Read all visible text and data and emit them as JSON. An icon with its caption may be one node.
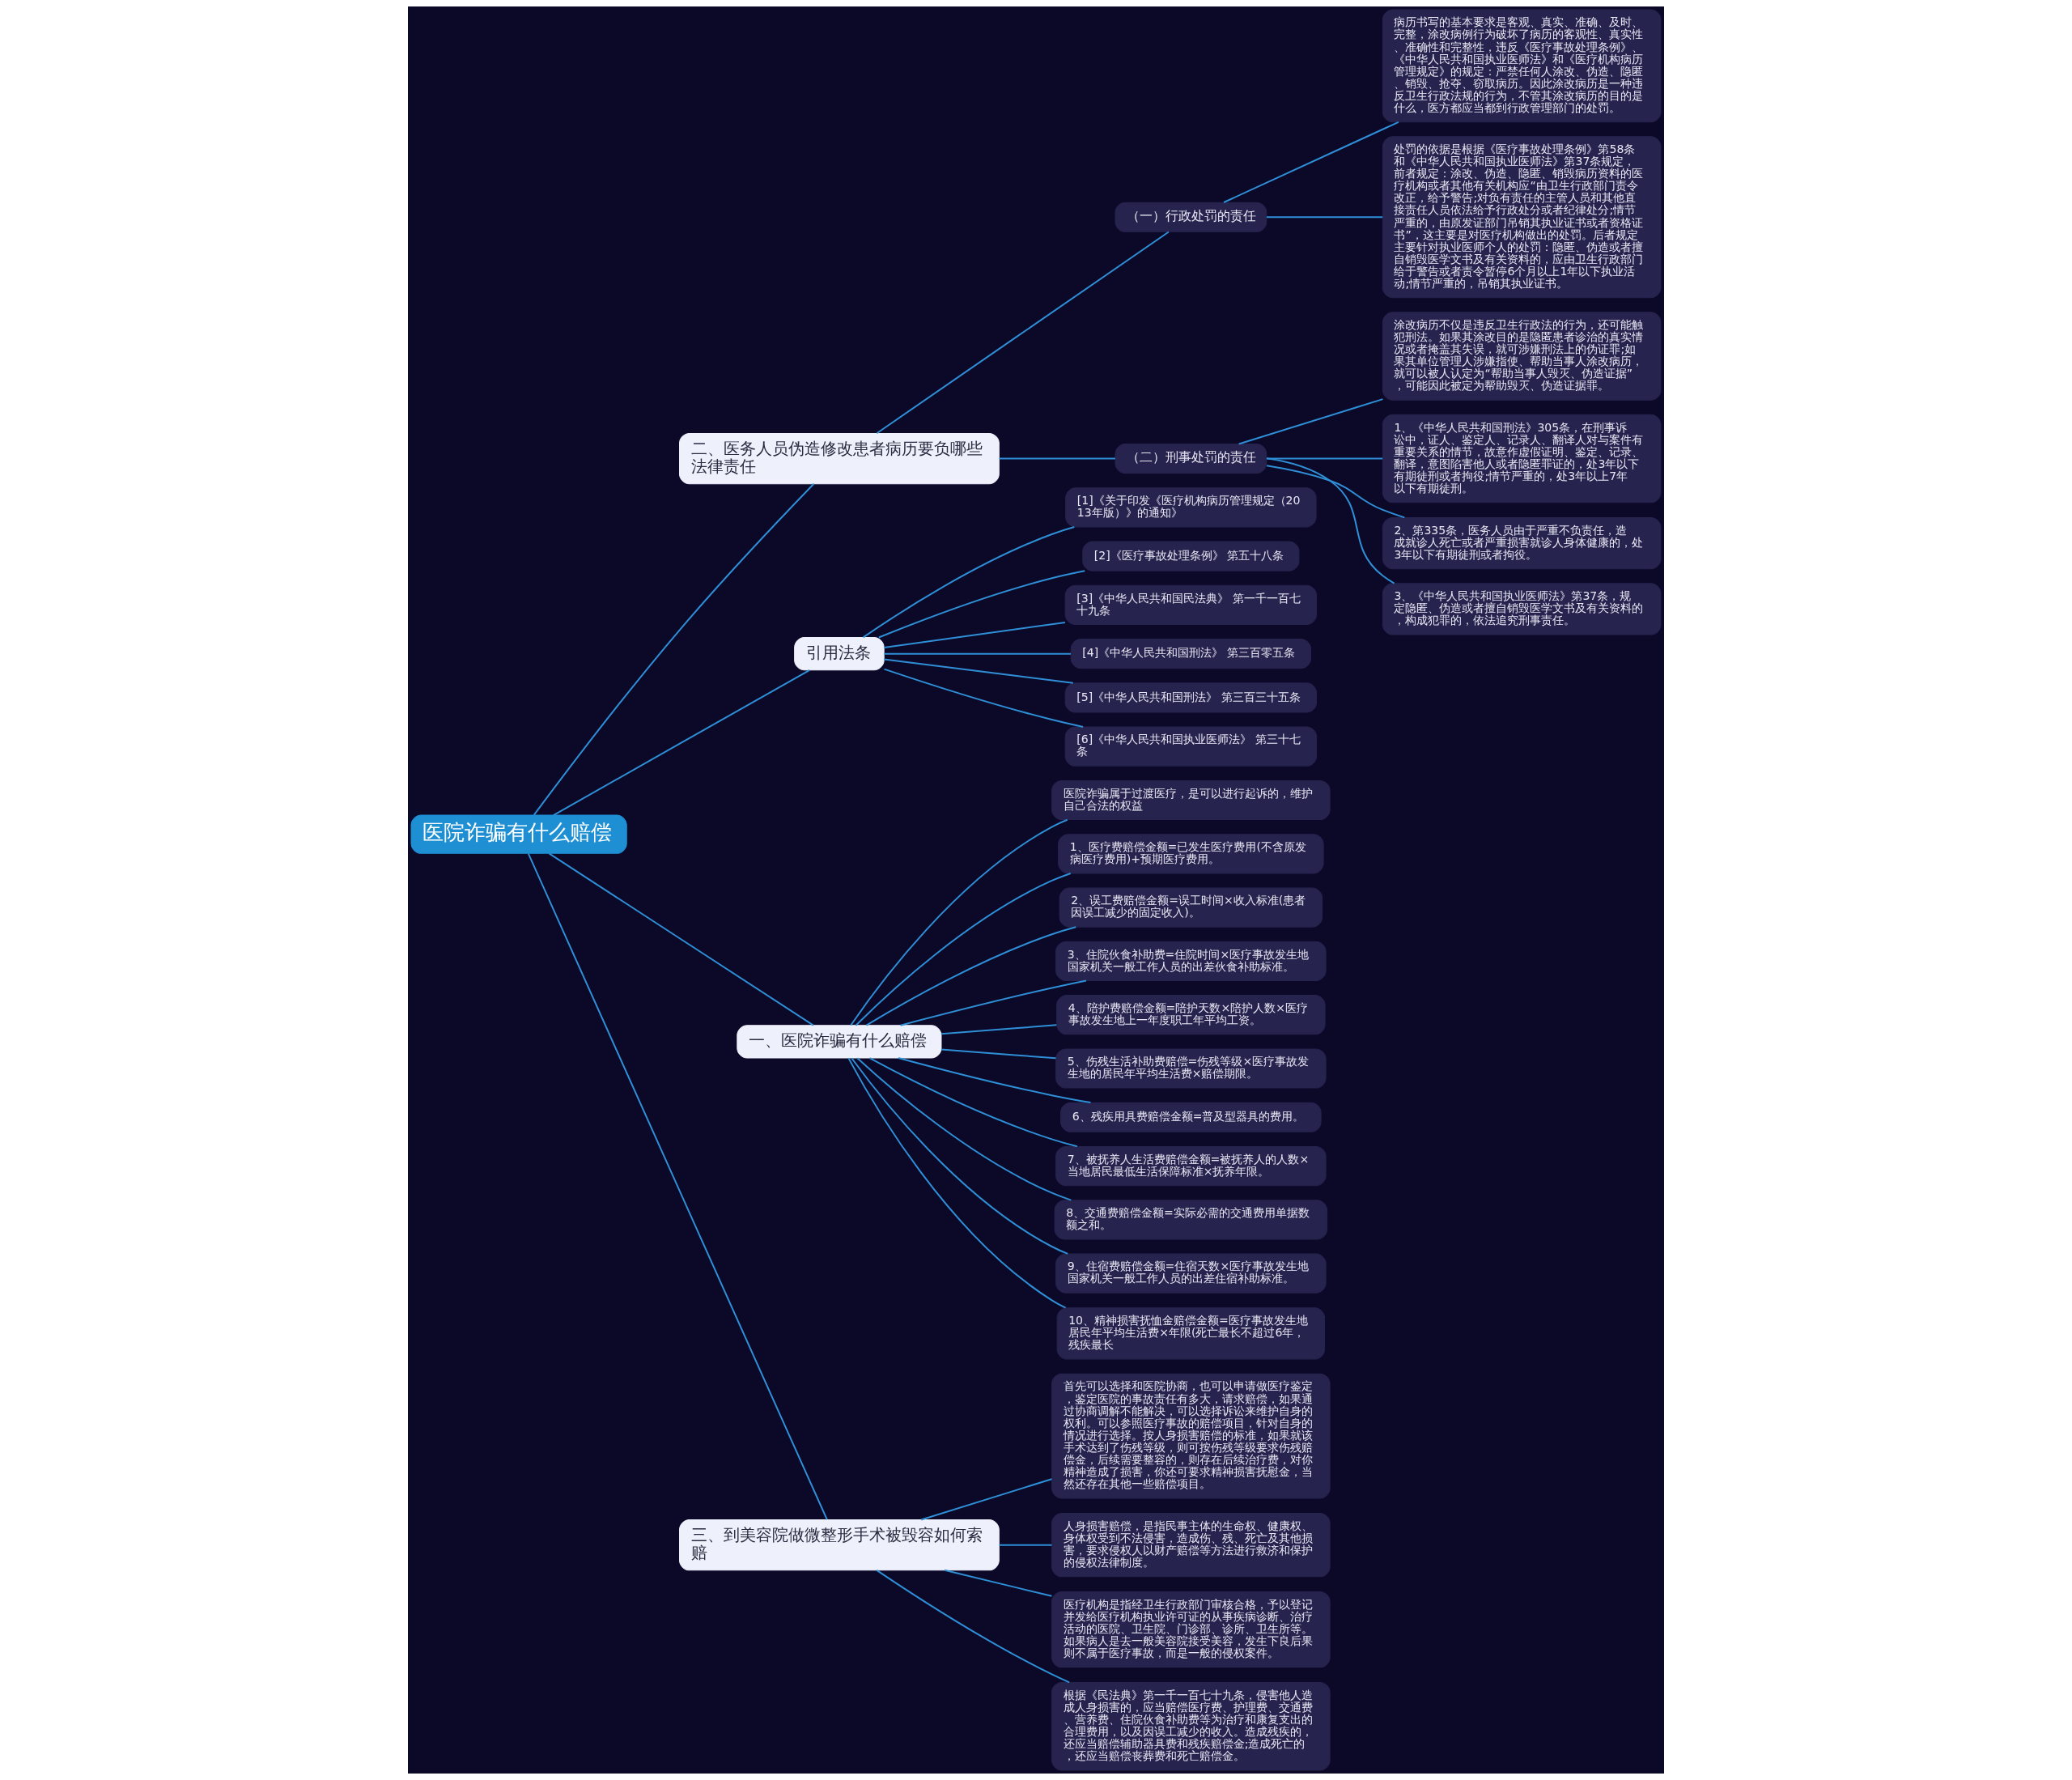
{
  "diagram": {
    "nodes": [
      {
        "text": [
          "医院诈骗有什么赔偿"
        ]
      },
      {
        "text": [
          "二、医务人员伪造修改患者病历要负哪些法律责任"
        ]
      },
      {
        "text": [
          "（一）行政处罚的责任"
        ]
      },
      {
        "text": [
          "病历书写的基本要求是客观、真实、准确、及时、完整，涂改病例行为破坏了病历的客观性、真实性、准确性和完整性，违反《医疗事故处理条例》、《中华人民共和国执业医师法》和《医疗机构病历管理规定》的规定：严禁任何人涂改、伪造、隐匿、销毁、抢夺、窃取病历。因此涂改病历是一种违反卫生行政法规的行为，不管其涂改病历的目的是什么，医方都应当都到行政管理部门的处罚。"
        ]
      },
      {
        "text": [
          "处罚的依据是根据《医疗事故处理条例》第58条和《中华人民共和国执业医师法》第37条规定，前者规定：涂改、伪造、隐匿、销毁病历资料的医疗机构或者其他有关机构应“由卫生行政部门责令改正，给予警告;对负有责任的主管人员和其他直接责任人员依法给予行政处分或者纪律处分;情节严重的，由原发证部门吊销其执业证书或者资格证书”，这主要是对医疗机构做出的处罚。后者规定主要针对执业医师个人的处罚：隐匿、伪造或者擅自销毁医学文书及有关资料的，应由卫生行政部门给于警告或者责令暂停6个月以上1年以下执业活动;情节严重的，吊销其执业证书。"
        ]
      },
      {
        "text": [
          "（二）刑事处罚的责任"
        ]
      },
      {
        "text": [
          "涂改病历不仅是违反卫生行政法的行为，还可能触犯刑法。如果其涂改目的是隐匿患者诊治的真实情况或者掩盖其失误，就可涉嫌刑法上的伪证罪;如果其单位管理人涉嫌指使、帮助当事人涂改病历，就可以被人认定为“帮助当事人毁灭、伪造证据”，可能因此被定为帮助毁灭、伪造证据罪。"
        ]
      },
      {
        "text": [
          "1、《中华人民共和国刑法》305条，在刑事诉讼中，证人、鉴定人、记录人、翻译人对与案件有重要关系的情节，故意作虚假证明、鉴定、记录、翻译，意图陷害他人或者隐匿罪证的，处3年以下有期徒刑或者拘役;情节严重的，处3年以上7年以下有期徒刑。"
        ]
      },
      {
        "text": [
          "2、第335条，医务人员由于严重不负责任，造成就诊人死亡或者严重损害就诊人身体健康的，处3年以下有期徒刑或者拘役。"
        ]
      },
      {
        "text": [
          "3、《中华人民共和国执业医师法》第37条，规定隐匿、伪造或者擅自销毁医学文书及有关资料的，构成犯罪的，依法追究刑事责任。"
        ]
      },
      {
        "text": [
          "引用法条"
        ]
      },
      {
        "text": [
          "[1]《关于印发《医疗机构病历管理规定（2013年版）》的通知》"
        ]
      },
      {
        "text": [
          "[2]《医疗事故处理条例》 第五十八条"
        ]
      },
      {
        "text": [
          "[3]《中华人民共和国民法典》 第一千一百七十九条"
        ]
      },
      {
        "text": [
          "[4]《中华人民共和国刑法》 第三百零五条"
        ]
      },
      {
        "text": [
          "[5]《中华人民共和国刑法》 第三百三十五条"
        ]
      },
      {
        "text": [
          "[6]《中华人民共和国执业医师法》 第三十七条"
        ]
      },
      {
        "text": [
          "一、医院诈骗有什么赔偿"
        ]
      },
      {
        "text": [
          "医院诈骗属于过渡医疗，是可以进行起诉的，维护自己合法的权益"
        ]
      },
      {
        "text": [
          "1、医疗费赔偿金额=已发生医疗费用(不含原发病医疗费用)+预期医疗费用。"
        ]
      },
      {
        "text": [
          "2、误工费赔偿金额=误工时间×收入标准(患者因误工减少的固定收入)。"
        ]
      },
      {
        "text": [
          "3、住院伙食补助费=住院时间×医疗事故发生地国家机关一般工作人员的出差伙食补助标准。"
        ]
      },
      {
        "text": [
          "4、陪护费赔偿金额=陪护天数×陪护人数×医疗事故发生地上一年度职工年平均工资。"
        ]
      },
      {
        "text": [
          "5、伤残生活补助费赔偿=伤残等级×医疗事故发生地的居民年平均生活费×赔偿期限。"
        ]
      },
      {
        "text": [
          "6、残疾用具费赔偿金额=普及型器具的费用。"
        ]
      },
      {
        "text": [
          "7、被抚养人生活费赔偿金额=被抚养人的人数×当地居民最低生活保障标准×抚养年限。"
        ]
      },
      {
        "text": [
          "8、交通费赔偿金额=实际必需的交通费用单据数额之和。"
        ]
      },
      {
        "text": [
          "9、住宿费赔偿金额=住宿天数×医疗事故发生地国家机关一般工作人员的出差住宿补助标准。"
        ]
      },
      {
        "text": [
          "10、精神损害抚恤金赔偿金额=医疗事故发生地居民年平均生活费×年限(死亡最长不超过6年，残疾最长"
        ]
      },
      {
        "text": [
          "三、到美容院做微整形手术被毁容如何索赔"
        ]
      },
      {
        "text": [
          "首先可以选择和医院协商，也可以申请做医疗鉴定，鉴定医院的事故责任有多大，请求赔偿，如果通过协商调解不能解决，可以选择诉讼来维护自身的权利。可以参照医疗事故的赔偿项目，针对自身的情况进行选择。按人身损害赔偿的标准，如果就该手术达到了伤残等级，则可按伤残等级要求伤残赔偿金，后续需要整容的，则存在后续治疗费，对你精神造成了损害，你还可要求精神损害抚慰金，当然还存在其他一些赔偿项目。"
        ]
      },
      {
        "text": [
          "人身损害赔偿，是指民事主体的生命权、健康权、身体权受到不法侵害，造成伤、残、死亡及其他损害，要求侵权人以财产赔偿等方法进行救济和保护的侵权法律制度。"
        ]
      },
      {
        "text": [
          "医疗机构是指经卫生行政部门审核合格，予以登记并发给医疗机构执业许可证的从事疾病诊断、治疗活动的医院、卫生院、门诊部、诊所、卫生所等。如果病人是去一般美容院接受美容，发生下良后果则不属于医疗事故，而是一般的侵权案件。"
        ]
      },
      {
        "text": [
          "根据《民法典》第一千一百七十九条，侵害他人造成人身损害的，应当赔偿医疗费、护理费、交通费、营养费、住院伙食补助费等为治疗和康复支出的合理费用，以及因误工减少的收入。造成残疾的，还应当赔偿辅助器具费和残疾赔偿金;造成死亡的，还应当赔偿丧葬费和死亡赔偿金。"
        ]
      }
    ],
    "edges": [
      {
        "from": 0,
        "to": 1,
        "arrow": "none"
      },
      {
        "from": 1,
        "to": 2,
        "arrow": "none"
      },
      {
        "from": 2,
        "to": 3,
        "arrow": "none"
      },
      {
        "from": 2,
        "to": 4,
        "arrow": "none"
      },
      {
        "from": 1,
        "to": 5,
        "arrow": "none"
      },
      {
        "from": 5,
        "to": 6,
        "arrow": "none"
      },
      {
        "from": 5,
        "to": 7,
        "arrow": "none"
      },
      {
        "from": 5,
        "to": 8,
        "arrow": "none"
      },
      {
        "from": 5,
        "to": 9,
        "arrow": "none"
      },
      {
        "from": 0,
        "to": 10,
        "arrow": "none"
      },
      {
        "from": 10,
        "to": 11,
        "arrow": "none"
      },
      {
        "from": 10,
        "to": 12,
        "arrow": "none"
      },
      {
        "from": 10,
        "to": 13,
        "arrow": "none"
      },
      {
        "from": 10,
        "to": 14,
        "arrow": "none"
      },
      {
        "from": 10,
        "to": 15,
        "arrow": "none"
      },
      {
        "from": 10,
        "to": 16,
        "arrow": "none"
      },
      {
        "from": 0,
        "to": 17,
        "arrow": "none"
      },
      {
        "from": 17,
        "to": 18,
        "arrow": "none"
      },
      {
        "from": 17,
        "to": 19,
        "arrow": "none"
      },
      {
        "from": 17,
        "to": 20,
        "arrow": "none"
      },
      {
        "from": 17,
        "to": 21,
        "arrow": "none"
      },
      {
        "from": 17,
        "to": 22,
        "arrow": "none"
      },
      {
        "from": 17,
        "to": 23,
        "arrow": "none"
      },
      {
        "from": 17,
        "to": 24,
        "arrow": "none"
      },
      {
        "from": 17,
        "to": 25,
        "arrow": "none"
      },
      {
        "from": 17,
        "to": 26,
        "arrow": "none"
      },
      {
        "from": 17,
        "to": 27,
        "arrow": "none"
      },
      {
        "from": 17,
        "to": 28,
        "arrow": "none"
      },
      {
        "from": 0,
        "to": 29,
        "arrow": "none"
      },
      {
        "from": 29,
        "to": 30,
        "arrow": "none"
      },
      {
        "from": 29,
        "to": 31,
        "arrow": "none"
      },
      {
        "from": 29,
        "to": 32,
        "arrow": "none"
      },
      {
        "from": 29,
        "to": 33,
        "arrow": "none"
      }
    ]
  }
}
